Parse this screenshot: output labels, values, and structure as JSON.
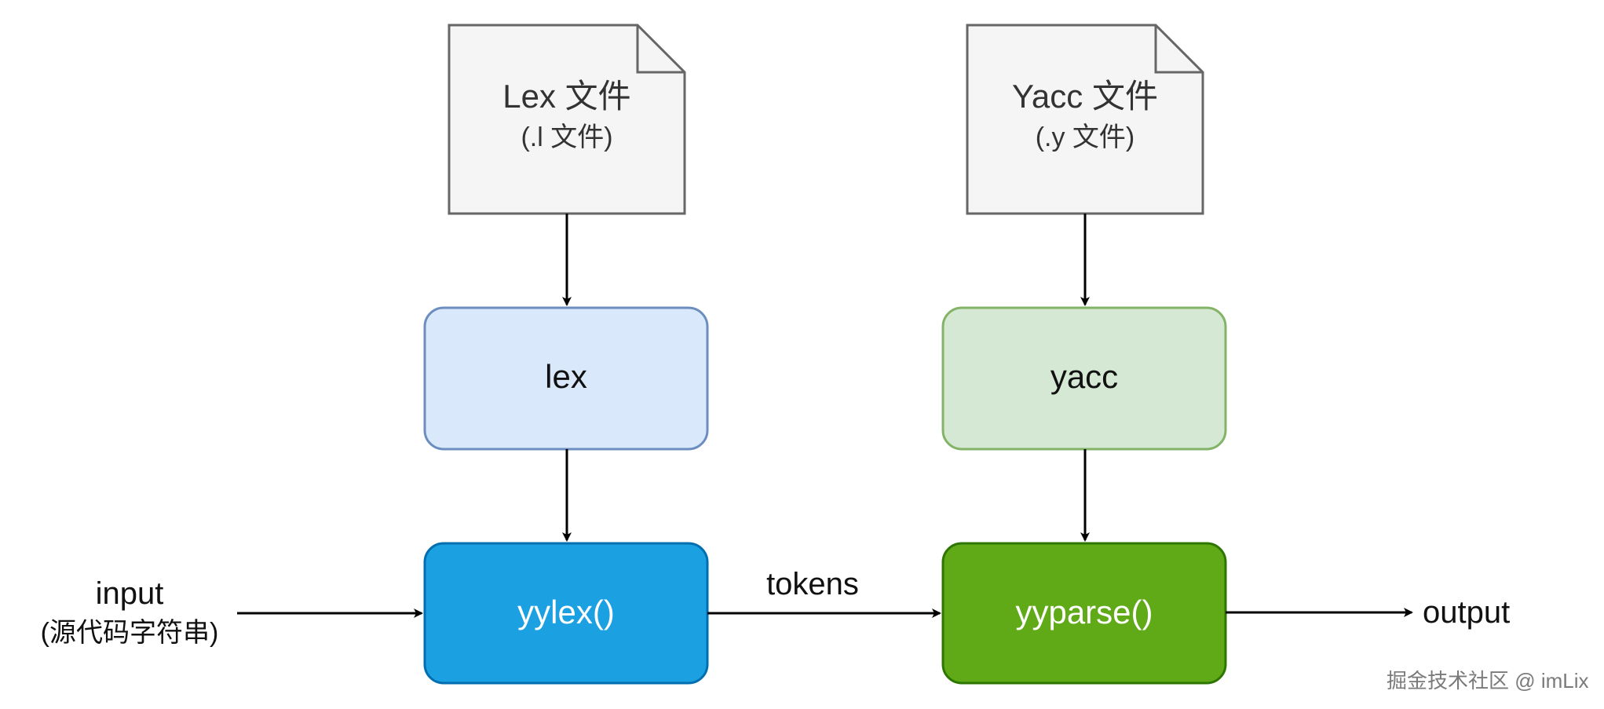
{
  "documents": [
    {
      "title": "Lex 文件",
      "subtitle": "(.l 文件)"
    },
    {
      "title": "Yacc 文件",
      "subtitle": "(.y 文件)"
    }
  ],
  "tools": [
    {
      "label": "lex",
      "fill": "#dae8fc",
      "stroke": "#6c8ebf"
    },
    {
      "label": "yacc",
      "fill": "#d5e8d4",
      "stroke": "#82b366"
    }
  ],
  "functions": [
    {
      "label": "yylex()",
      "fill": "#1ba1e2",
      "stroke": "#006eaf"
    },
    {
      "label": "yyparse()",
      "fill": "#60a917",
      "stroke": "#2d7600"
    }
  ],
  "input": {
    "line1": "input",
    "line2": "(源代码字符串)"
  },
  "edge_tokens": "tokens",
  "output": "output",
  "watermark": "掘金技术社区 @ imLix",
  "colors": {
    "document_fill": "#f5f5f5",
    "document_stroke": "#666666",
    "arrow": "#000000"
  }
}
